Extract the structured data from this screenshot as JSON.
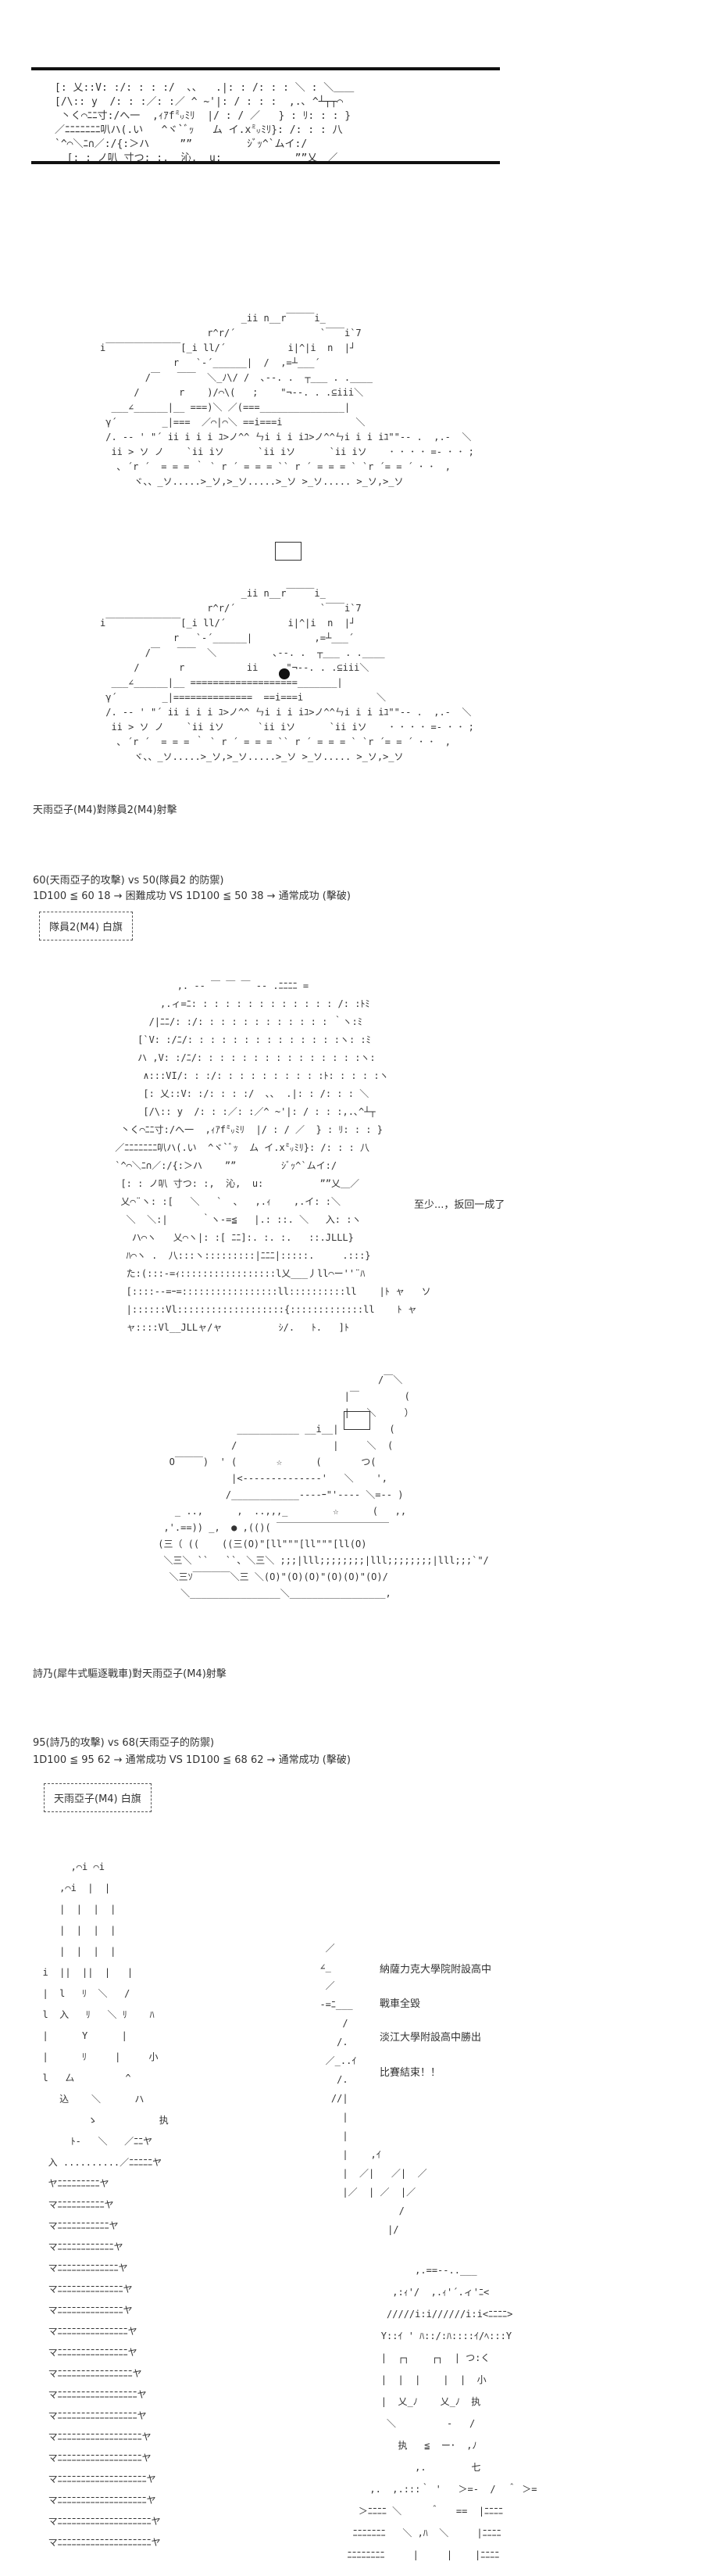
{
  "header_art": [
    "[: 乂::V: :/: : : :/  ､､   .|: : /: : : ＼ : ＼＿＿",
    "[/\\:: y  /: : :／: :／ ^ ~'|: / : : :  ,.､ ^┴┬┬⌒",
    " 丶く⌒ﾆﾆ寸:/へ一  ,ｨｱf㍉ﾐﾘ  |/ : / ／   } : ﾘ: : : }",
    "／ﾆﾆﾆﾆﾆﾆﾆ叭ハ(.い   ^ヾ`ﾞｯ   ム イ.x㍉ﾐﾘ}: /: : : 八",
    "`^⌒＼ﾆ∩／:/{:＞ハ     ””         ｼﾞｯ^`ムイ:/",
    "  [: : ノ叭 寸つ: :,  沁,  u:            ””乂＿／"
  ],
  "tank_art_1": [
    "                         _ii n__r￣￣￣i_",
    "                   r^r/´               `￣￣i`7",
    "i￣￣￣￣￣￣￣￣[_i ll/´           i|^|i  n  |┘",
    "             r   `-´______|  /  ,=┴___´",
    "        /￣   ￣￣  ＼_ﾉ\\/ /  ､--. .  ┬___ . .____",
    "      /       r    )/⌒\\(   ;    \"¬--. . .⊆iii＼",
    "  ___∠______|__ ===)＼ ／(===_______________|",
    " γ´        _|===  ／⌒|⌒＼ ==i===i             ＼",
    " /. -- ' \"´ ii i i i ﾕ>ノ^^ ㄣi i i iﾕ>ノ^^ㄣi i i iﾕ\"\"-- .  ,.-  ＼",
    "  ii > ソ ノ    `ii iソ      `ii iソ      `ii iソ    ･ ･ ･ ･ =- ･ ･ ;",
    "   ､ ´r ´  = = = ｀ ` r ´ = = = `` r ´ = = = ` `r ´= = ´ ･ ･  ,",
    "      ヾ、、_ソ.....>_ソ,>_ソ.....>_ソ >_ソ..... >_ソ,>_ソ"
  ],
  "tank_art_2": [
    "                         _ii n__r￣￣￣i_",
    "                   r^r/´               `￣￣i`7",
    "i￣￣￣￣￣￣￣￣[_i ll/´           i|^|i  n  |┘",
    "             r   `-´______|           ,=┴___´",
    "        /￣   ￣￣  ＼          ､--. .  ┬___ . .____",
    "      /       r           ii     \"¬--. . .⊆iii＼",
    "  ___∠______|__ ===================_______|",
    " γ´        _|==============  ==i===i             ＼",
    " /. -- ' \"´ ii i i i ﾕ>ノ^^ ㄣi i i iﾕ>ノ^^ㄣi i i iﾕ\"\"-- .  ,.-  ＼",
    "  ii > ソ ノ    `ii iソ      `ii iソ      `ii iソ    ･ ･ ･ ･ =- ･ ･ ;",
    "   ､ ´r ´  = = = ｀ ` r ´ = = = `` r ´ = = = ` `r ´= = ´ ･ ･  ,",
    "      ヾ、、_ソ.....>_ソ,>_ソ.....>_ソ >_ソ..... >_ソ,>_ソ"
  ],
  "girl_art": [
    "            ,. -‐ ￣ ￣ ￣ ‐- .ﾆﾆﾆﾆ =",
    "         ,.ィ=ﾆ: : : : : : : : : : : : : /: :ﾄﾐ",
    "       /|ﾆﾆ/: :/: : : : : : : : : : : : ｀ヽ:ﾐ",
    "     [`V: :/ﾆ/: : : : : : : : : : : : : :ヽ: :ﾐ",
    "     ハ ,V: :/ﾆ/: : : : : : : : : : : : : : :ヽ:",
    "      ∧:::VI/: : :/: : : : : : : : : :ﾄ: : : : :ヽ",
    "      [: 乂::V: :/: : : :/  ､､  .|: : /: : : ＼",
    "      [/\\:: y  /: : :／: :／^ ~'|: / : : :,.､^┴┬",
    "  丶く⌒ﾆﾆ寸:/へ一  ,ｨｱf㍉ﾐﾘ  |/ : / ／  } : ﾘ: : : }",
    " ／ﾆﾆﾆﾆﾆﾆﾆ叭ハ(.い  ^ヾ`ﾞｯ  ム イ.x㍉ﾐﾘ}: /: : : 八",
    " `^⌒＼ﾆ∩／:/{:＞ハ    ””        ｼﾞｯ^`ムイ:/",
    "  [: : ノ叭 寸つ: :,  沁,  u:          ””乂＿／",
    "  乂⌒¨ヽ: :[   ＼   `  ､   ,.ｨ    ,.イ: :＼",
    "   ＼  ＼:|      ｀ヽ-=≦   |.: ::. ＼   入: :ヽ",
    "    ハ⌒ヽ   乂⌒ヽ|: :[ ﾆﾆ]:. :. :.   ::.JLLL}",
    "   ﾊ⌒ヽ .  八:::ヽ:::::::::|ﾆﾆﾆ|:::::.     .:::}",
    "   た:(:::-=ｨ:::::::::::::::::l乂___丿ll⌒ー''¨ﾊ",
    "   [::::--=ｰ=:::::::::::::::::ll::::::::::ll    |ﾄ ャ   ソ",
    "   |::::::Vl:::::::::::::::::::{:::::::::::::ll    ﾄ ャ",
    "   ャ::::Vl__JLLャ/ャ          ｼ/.   ﾄ.   ]ﾄ"
  ],
  "tank_art_3": [
    "                                        /￣＼",
    "                                  |￣        (",
    "                                  |   ＼     ）",
    "               ___________ __i__|         (",
    "              /                 |     ＼  (",
    "   O￣￣￣)  ' (       ☆      (       つ(",
    "              |<--------------'   ＼    ',",
    "             /____________----ｰ\"'---- ＼=-- )",
    "    _ ..,      ,  ..,,,_        ☆      (   ,,",
    "  ,'.==)) _,  ● ,(()( ￣￣￣￣￣￣￣￣￣￣￣￣",
    " (三（ ((    ((三(O)\"[ll\"\"\"[ll\"\"\"[ll(O)",
    "  ＼三＼ ``   ``、＼三＼ ;;;|lll;;;;;;;;|lll;;;;;;;;|lll;;;`\"/",
    "   ＼三ｿ￣￣￣￣＼三 ＼(O)\"(O)(O)\"(O)(O)\"(O)/",
    "     ＼________________＼_________________,"
  ],
  "final_art_left": [
    "       ,⌒i ⌒i",
    "     ,⌒i  |  |",
    "     |  |  |  |",
    "     |  |  |  |",
    "     |  |  |  |",
    "  i  ||  ||  |   |",
    "  |  l   ﾘ  ＼   /",
    "  l  入   ﾘ   ＼ ﾘ    ﾊ",
    "  |      Y      |",
    "  |      ﾘ     |     小",
    "  l   厶         ^",
    "     込    ＼      ハ",
    "          ゝ           执",
    "       ﾄ-   ＼   ／ﾆﾆヤ",
    "   入 ..........／ﾆﾆﾆﾆﾆヤ",
    "   ヤﾆﾆﾆﾆﾆﾆﾆﾆﾆヤ",
    "   マﾆﾆﾆﾆﾆﾆﾆﾆﾆﾆヤ",
    "   マﾆﾆﾆﾆﾆﾆﾆﾆﾆﾆﾆヤ",
    "   マﾆﾆﾆﾆﾆﾆﾆﾆﾆﾆﾆﾆヤ",
    "   マﾆﾆﾆﾆﾆﾆﾆﾆﾆﾆﾆﾆﾆヤ",
    "   マﾆﾆﾆﾆﾆﾆﾆﾆﾆﾆﾆﾆﾆﾆヤ",
    "   マﾆﾆﾆﾆﾆﾆﾆﾆﾆﾆﾆﾆﾆﾆヤ",
    "   マﾆﾆﾆﾆﾆﾆﾆﾆﾆﾆﾆﾆﾆﾆﾆヤ",
    "   マﾆﾆﾆﾆﾆﾆﾆﾆﾆﾆﾆﾆﾆﾆﾆヤ",
    "   マﾆﾆﾆﾆﾆﾆﾆﾆﾆﾆﾆﾆﾆﾆﾆﾆヤ",
    "   マﾆﾆﾆﾆﾆﾆﾆﾆﾆﾆﾆﾆﾆﾆﾆﾆﾆヤ",
    "   マﾆﾆﾆﾆﾆﾆﾆﾆﾆﾆﾆﾆﾆﾆﾆﾆﾆヤ",
    "   マﾆﾆﾆﾆﾆﾆﾆﾆﾆﾆﾆﾆﾆﾆﾆﾆﾆﾆヤ",
    "   マﾆﾆﾆﾆﾆﾆﾆﾆﾆﾆﾆﾆﾆﾆﾆﾆﾆﾆヤ",
    "   マﾆﾆﾆﾆﾆﾆﾆﾆﾆﾆﾆﾆﾆﾆﾆﾆﾆﾆﾆヤ",
    "   マﾆﾆﾆﾆﾆﾆﾆﾆﾆﾆﾆﾆﾆﾆﾆﾆﾆﾆﾆヤ",
    "   マﾆﾆﾆﾆﾆﾆﾆﾆﾆﾆﾆﾆﾆﾆﾆﾆﾆﾆﾆﾆヤ",
    "   マﾆﾆﾆﾆﾆﾆﾆﾆﾆﾆﾆﾆﾆﾆﾆﾆﾆﾆﾆﾆヤ"
  ],
  "final_art_right": [
    "              ,.==--..___",
    "          ,:ｨ'/  ,.ｨ'´.ィ'ﾆ<",
    "         /////i:i//////i:i<ﾆﾆﾆﾆ>",
    "        Y::ｲ ' ﾊ::/:ﾊ::::ｲ/ﾍ:::Y",
    "        |  ┌┐    ┌┐  | つ:く",
    "        |  |  |    |  |  小",
    "        |  乂_ﾉ    乂_ﾉ  执",
    "         ＼         -   /",
    "           执   ≦  ー･  ,ﾉ ",
    "              ,.        七",
    "      ,.  ,.:::｀ '   ＞=-  /  ＾ ＞=",
    "    ＞ﾆﾆﾆﾆ ＼     ＾   ==  |ﾆﾆﾆﾆ",
    "   ﾆﾆﾆﾆﾆﾆﾆ   ＼ ,ﾊ  ＼     |ﾆﾆﾆﾆ",
    "  ﾆﾆﾆﾆﾆﾆﾆﾆ     |     |    |ﾆﾆﾆﾆ"
  ],
  "speed_lines": [
    "   ／",
    "  ∠_",
    "   ／",
    "  -=ﾆ___",
    "      /",
    "     /.",
    "   ／_..ｲ",
    "     /.",
    "    //|",
    "      |",
    "      |",
    "      |    ,ｲ",
    "      |  ／|   ／|  ／",
    "      |／  | ／  |／",
    "                /",
    "              |/"
  ],
  "panel1": {
    "title": "天雨亞子(M4)對隊員2(M4)射擊",
    "stats": "60(天雨亞子的攻擊) vs 50(隊員2 的防禦)",
    "roll": "1D100 ≦ 60  18 → 困難成功 VS 1D100 ≦ 50  38 → 通常成功 (擊破)",
    "result_box": "隊員2(M4) 白旗"
  },
  "girl_speech": "至少...，扳回一成了",
  "panel2": {
    "title": "詩乃(犀牛式驅逐戰車)對天雨亞子(M4)射擊",
    "stats": "95(詩乃的攻擊) vs 68(天雨亞子的防禦)",
    "roll": "1D100 ≦ 95  62 → 通常成功 VS 1D100 ≦ 68  62 → 通常成功 (擊破)",
    "result_box": "天雨亞子(M4) 白旗"
  },
  "ending": {
    "line1": "納薩力克大學院附設高中",
    "line2": "戰車全毀",
    "line3": "淡江大學附設高中勝出",
    "line4": "比賽結束！！"
  }
}
